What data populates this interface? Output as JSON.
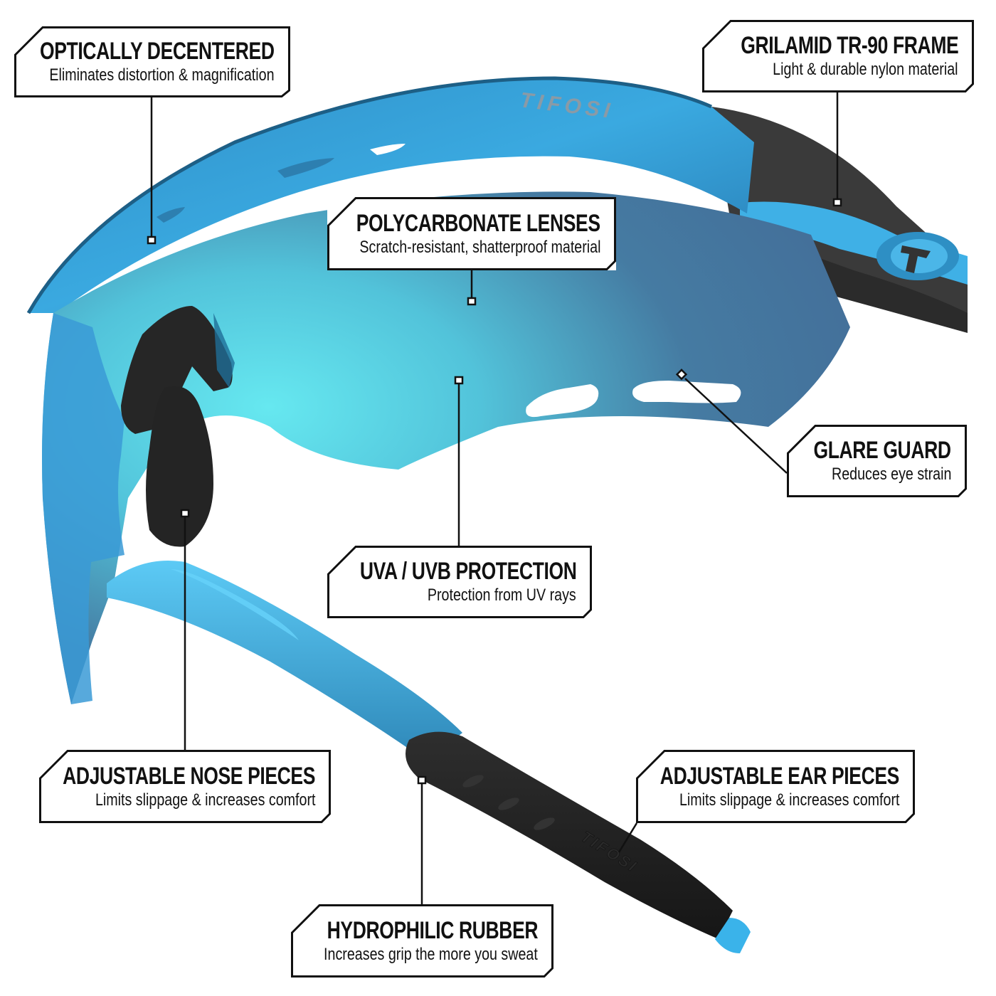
{
  "brand": {
    "logo_text": "TIFOSI",
    "frame_color": "#3aa9e0",
    "lens_center_color": "#5fe3ee",
    "lens_edge_color": "#44739a",
    "rubber_color": "#222222"
  },
  "callouts": [
    {
      "id": "optically-decentered",
      "title": "OPTICALLY DECENTERED",
      "subtitle": "Eliminates distortion & magnification"
    },
    {
      "id": "grilamid-frame",
      "title": "GRILAMID TR-90 FRAME",
      "subtitle": "Light & durable nylon material"
    },
    {
      "id": "polycarbonate-lenses",
      "title": "POLYCARBONATE LENSES",
      "subtitle": "Scratch-resistant, shatterproof material"
    },
    {
      "id": "glare-guard",
      "title": "GLARE GUARD",
      "subtitle": "Reduces eye strain"
    },
    {
      "id": "uv-protection",
      "title": "UVA / UVB PROTECTION",
      "subtitle": "Protection from UV rays"
    },
    {
      "id": "nose-pieces",
      "title": "ADJUSTABLE NOSE PIECES",
      "subtitle": "Limits slippage & increases comfort"
    },
    {
      "id": "ear-pieces",
      "title": "ADJUSTABLE EAR PIECES",
      "subtitle": "Limits slippage & increases comfort"
    },
    {
      "id": "hydrophilic-rubber",
      "title": "HYDROPHILIC RUBBER",
      "subtitle": "Increases grip the more you sweat"
    }
  ]
}
